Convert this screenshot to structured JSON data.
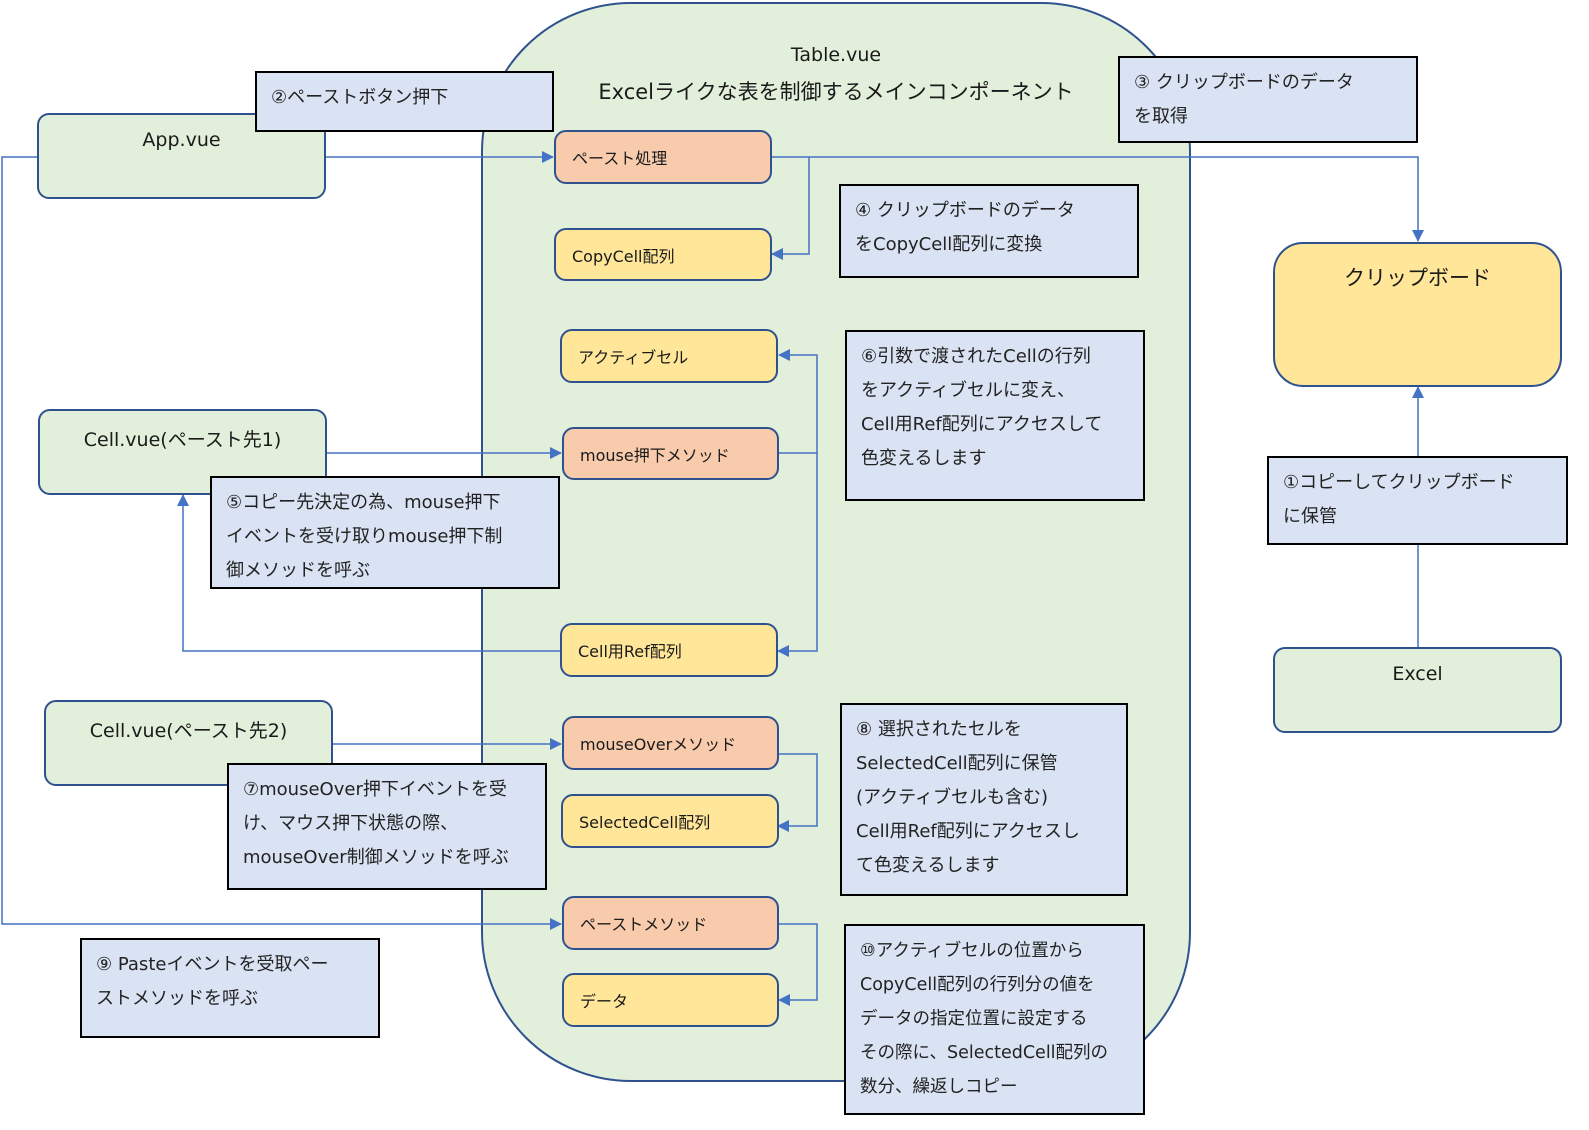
{
  "table_component": {
    "title": "Table.vue",
    "subtitle": "Excelライクな表を制御するメインコンポーネント"
  },
  "external_nodes": {
    "app": "App.vue",
    "cell1": "Cell.vue(ペースト先1)",
    "cell2": "Cell.vue(ペースト先2)",
    "clipboard": "クリップボード",
    "excel": "Excel"
  },
  "inner_nodes": {
    "paste_process": "ペースト処理",
    "copycell_array": "CopyCell配列",
    "active_cell": "アクティブセル",
    "mouse_down_method": "mouse押下メソッド",
    "cell_ref_array": "Cell用Ref配列",
    "mouseover_method": "mouseOverメソッド",
    "selectedcell_array": "SelectedCell配列",
    "paste_method": "ペーストメソッド",
    "data": "データ"
  },
  "notes": {
    "n1": [
      "①コピーしてクリップボード",
      "に保管"
    ],
    "n2": [
      "②ペーストボタン押下"
    ],
    "n3": [
      "③ クリップボードのデータ",
      "を取得"
    ],
    "n4": [
      "④ クリップボードのデータ",
      "をCopyCell配列に変換"
    ],
    "n5": [
      "⑤コピー先決定の為、mouse押下",
      "イベントを受け取りmouse押下制",
      "御メソッドを呼ぶ"
    ],
    "n6": [
      "⑥引数で渡されたCellの行列",
      "をアクティブセルに変え、",
      "Cell用Ref配列にアクセスして",
      "色変えるします"
    ],
    "n7": [
      "⑦mouseOver押下イベントを受",
      "け、マウス押下状態の際、",
      "mouseOver制御メソッドを呼ぶ"
    ],
    "n8": [
      "⑧ 選択されたセルを",
      "SelectedCell配列に保管",
      "(アクティブセルも含む)",
      "Cell用Ref配列にアクセスし",
      "て色変えるします"
    ],
    "n9": [
      "⑨ Pasteイベントを受取ペー",
      "ストメソッドを呼ぶ"
    ],
    "n10": [
      "⑩アクティブセルの位置から",
      "CopyCell配列の行列分の値を",
      "データの指定位置に設定する",
      "その際に、SelectedCell配列の",
      "数分、繰返しコピー"
    ]
  },
  "colors": {
    "component_fill": "#e2efda",
    "method_fill": "#f8cbad",
    "data_fill": "#ffe699",
    "note_fill": "#dae3f3",
    "border": "#2f528f",
    "arrow": "#4472c4"
  }
}
